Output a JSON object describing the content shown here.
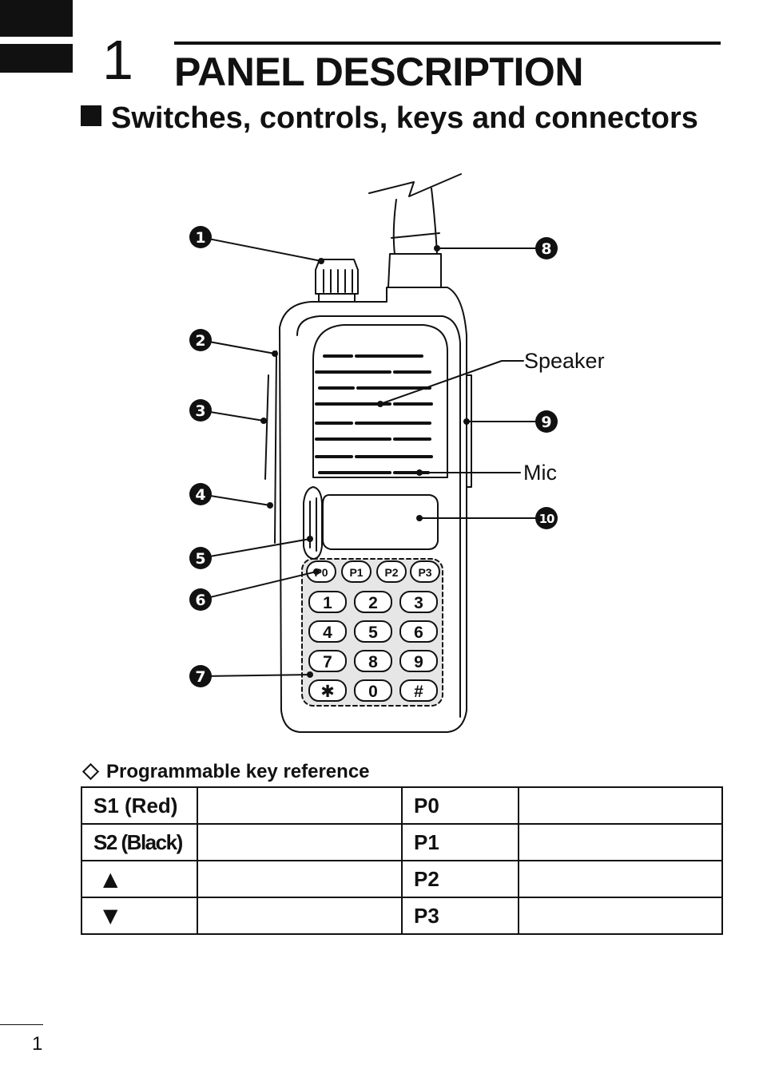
{
  "chapter": {
    "number": "1",
    "title": "PANEL DESCRIPTION"
  },
  "section": {
    "heading": "Switches, controls, keys and connectors"
  },
  "diagram": {
    "callouts": [
      "1",
      "2",
      "3",
      "4",
      "5",
      "6",
      "7",
      "8",
      "9",
      "10"
    ],
    "labels": {
      "speaker": "Speaker",
      "mic": "Mic"
    },
    "function_keys": [
      "P0",
      "P1",
      "P2",
      "P3"
    ],
    "keypad": [
      "1",
      "2",
      "3",
      "4",
      "5",
      "6",
      "7",
      "8",
      "9",
      "✱",
      "0",
      "#"
    ]
  },
  "table": {
    "caption": "Programmable key reference",
    "rows": [
      {
        "left_key": "S1 (Red)",
        "left_value": "",
        "right_key": "P0",
        "right_value": ""
      },
      {
        "left_key": "S2 (Black)",
        "left_value": "",
        "right_key": "P1",
        "right_value": ""
      },
      {
        "left_key": "▲",
        "left_value": "",
        "right_key": "P2",
        "right_value": ""
      },
      {
        "left_key": "▼",
        "left_value": "",
        "right_key": "P3",
        "right_value": ""
      }
    ]
  },
  "footer": {
    "page_number": "1"
  }
}
